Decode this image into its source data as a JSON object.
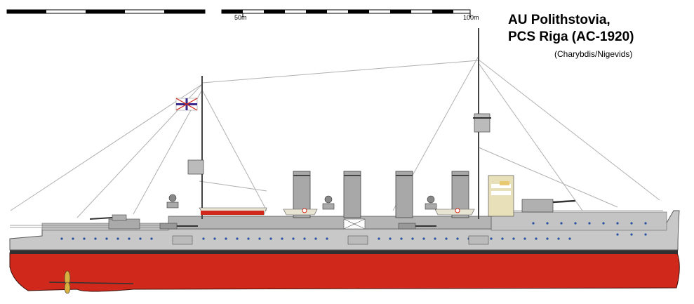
{
  "title_line1": "AU Polithstovia,",
  "title_line2": "PCS Riga (AC-1920)",
  "credit": "(Charybdis/Nigevids)",
  "scale": {
    "mark_50": "50m",
    "mark_100": "100m"
  },
  "colors": {
    "hull_lower": "#d0291c",
    "hull_upper": "#c8c8c8",
    "superstructure": "#b4b4b4",
    "boot_top": "#303030",
    "funnel": "#a8a8a8",
    "deck_line": "#707070",
    "flag_cross": "#3b2a8c"
  }
}
